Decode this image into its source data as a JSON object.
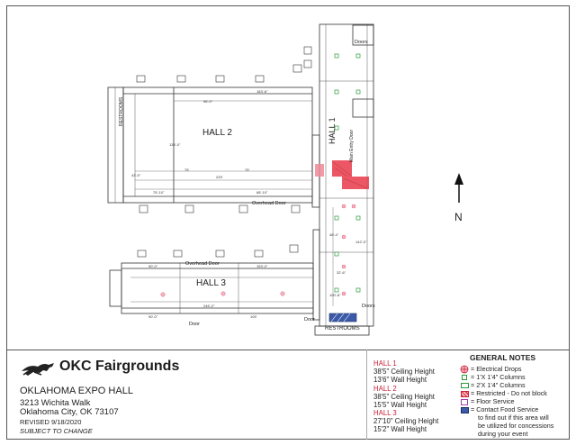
{
  "brand": {
    "name": "OKC Fairgrounds"
  },
  "venue": {
    "name": "OKLAHOMA EXPO HALL",
    "address_line1": "3213 Wichita Walk",
    "address_line2": "Oklahoma City, OK 73107",
    "revised": "REVISED 9/18/2020",
    "subject": "SUBJECT TO CHANGE"
  },
  "halls_info": [
    {
      "name": "HALL 1",
      "ceiling": "38'5\" Ceiling Height",
      "wall": "13'6\" Wall Height"
    },
    {
      "name": "HALL 2",
      "ceiling": "38'5\" Ceiling Height",
      "wall": "15'5\" Wall Height"
    },
    {
      "name": "HALL 3",
      "ceiling": "27'10\" Ceiling Height",
      "wall": "15'2\" Wall Height"
    }
  ],
  "general_notes": {
    "title": "GENERAL NOTES",
    "items": [
      {
        "icon": "electrical-drop-icon",
        "label": "= Electrical Drops"
      },
      {
        "icon": "column-1x1-icon",
        "label": "= 1'X 1'4\" Columns"
      },
      {
        "icon": "column-2x1-icon",
        "label": "= 2'X 1'4\" Columns"
      },
      {
        "icon": "restricted-icon",
        "label": "= Restricted - Do not block"
      },
      {
        "icon": "floor-service-icon",
        "label": "= Floor Service"
      },
      {
        "icon": "contact-food-icon",
        "label": "= Contact Food Service"
      }
    ],
    "food_note": [
      "to find out if this area will",
      "be utilized for concessions",
      "during your event"
    ]
  },
  "plan": {
    "hall2": "HALL 2",
    "hall3": "HALL 3",
    "hall1": "HALL 1",
    "main_entry": "Main Entry Door",
    "restrooms_bottom": "RESTROOMS",
    "restrooms_left": "RESTROOMS",
    "overhead_door_1": "Overhead Door",
    "overhead_door_2": "Overhead Door",
    "door_top_right": "Doors",
    "door_bottom_right": "Doors",
    "door_bottom": "Door",
    "door_right": "Door",
    "north": "N",
    "dims": {
      "h2_top": "183'-6\"",
      "h2_top2": "96'-0\"",
      "h2_w": "225'",
      "h2_half1": "75'",
      "h2_half2": "75'",
      "h2_bottom1": "75'-10\"",
      "h2_bottom2": "68'-10\"",
      "h2_height": "136'-0\"",
      "h2_left": "43'-5\"",
      "h3_top1": "90'-0\"",
      "h3_top2": "153'-0\"",
      "h3_bottom1": "90'-0\"",
      "h3_bottom2": "246'-2\"",
      "h3_bottom3": "105'",
      "h1_a": "142'-0\"",
      "h1_b": "48'-4\"",
      "h1_c": "100'-8\"",
      "h1_d": "32'-6\""
    }
  }
}
